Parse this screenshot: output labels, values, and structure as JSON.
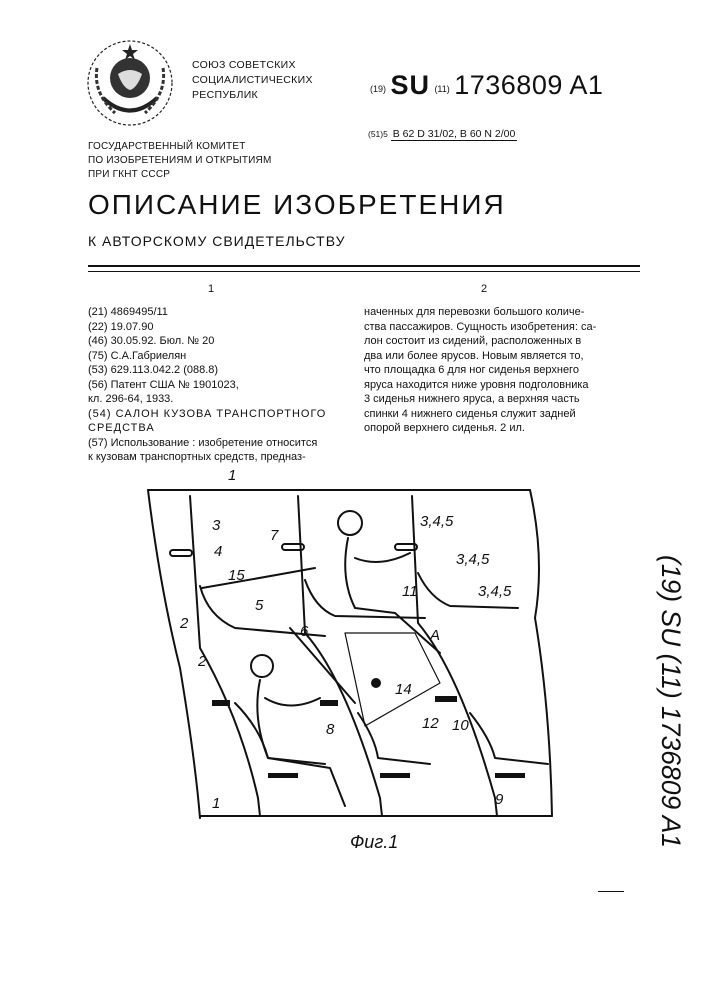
{
  "header": {
    "union_lines": [
      "СОЮЗ СОВЕТСКИХ",
      "СОЦИАЛИСТИЧЕСКИХ",
      "РЕСПУБЛИК"
    ],
    "committee_lines": [
      "ГОСУДАРСТВЕННЫЙ КОМИТЕТ",
      "ПО ИЗОБРЕТЕНИЯМ И ОТКРЫТИЯМ",
      "ПРИ ГКНТ СССР"
    ],
    "tag19": "(19)",
    "country": "SU",
    "tag11": "(11)",
    "patent_number": "1736809 A1",
    "tag51": "(51)5",
    "ipc": "B 62 D 31/02, B 60 N 2/00"
  },
  "title": "ОПИСАНИЕ ИЗОБРЕТЕНИЯ",
  "subtitle": "К АВТОРСКОМУ СВИДЕТЕЛЬСТВУ",
  "columns": {
    "left": "1",
    "right": "2"
  },
  "biblio": [
    "(21) 4869495/11",
    "(22) 19.07.90",
    "(46) 30.05.92. Бюл. № 20",
    "(75) С.А.Габриелян",
    "(53) 629.113.042.2 (088.8)",
    "(56) Патент США № 1901023,",
    "кл. 296-64, 1933.",
    "(54) САЛОН КУЗОВА ТРАНСПОРТНОГО СРЕДСТВА",
    "(57) Использование : изобретение относится",
    "к кузовам транспортных средств, предназ-"
  ],
  "abstract": [
    "наченных для перевозки большого количе-",
    "ства пассажиров. Сущность изобретения: са-",
    "лон состоит из сидений, расположенных в",
    "два или более ярусов. Новым является то,",
    "что площадка 6 для ног сиденья верхнего",
    "яруса находится ниже уровня подголовника",
    "3 сиденья нижнего яруса, а верхняя часть",
    "спинки 4 нижнего сиденья служит задней",
    "опорой верхнего сиденья. 2 ил."
  ],
  "figure": {
    "caption": "Фиг.1",
    "labels": [
      "1",
      "3",
      "4",
      "15",
      "7",
      "3,4,5",
      "3,4,5",
      "3,4,5",
      "2",
      "5",
      "6",
      "11",
      "A",
      "2",
      "14",
      "8",
      "12",
      "10",
      "1",
      "9"
    ]
  },
  "side_number": "(19) SU (11) 1736809 A1"
}
